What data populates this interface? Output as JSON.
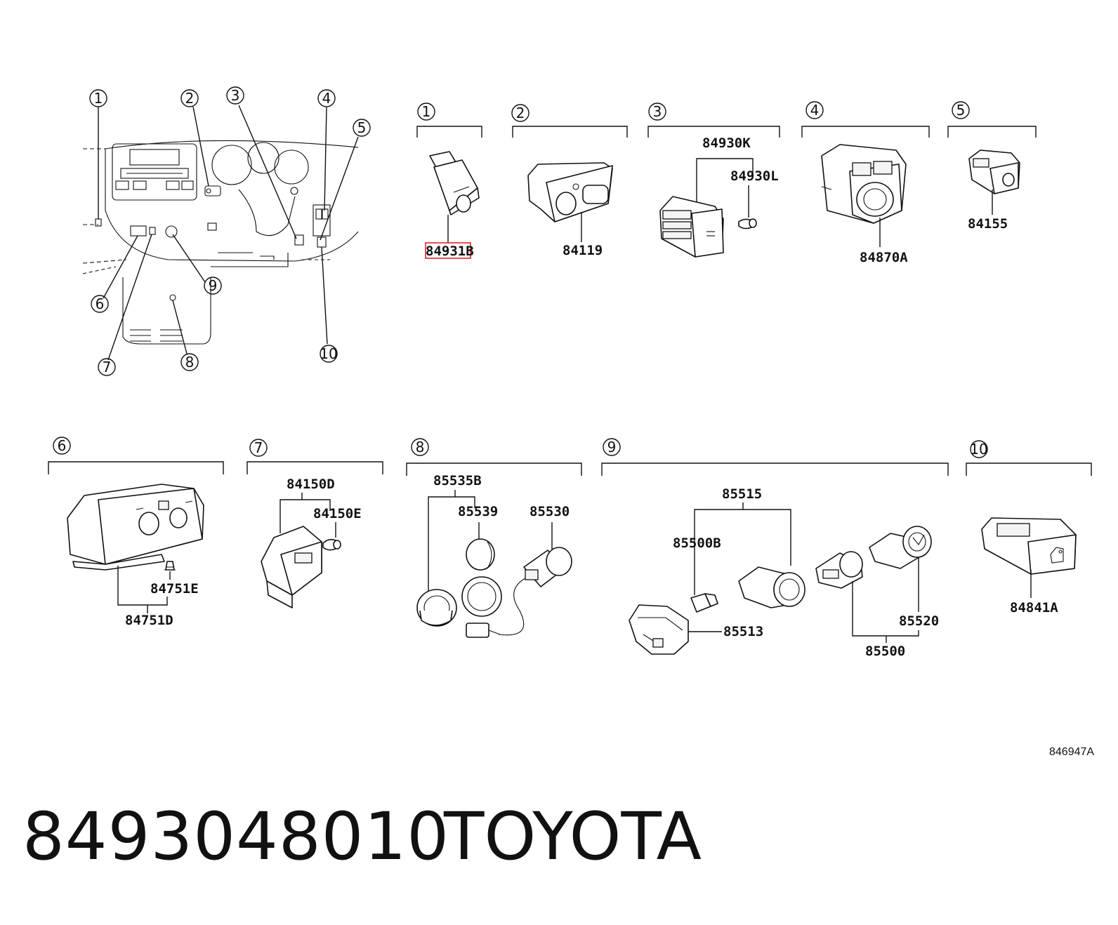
{
  "diagram": {
    "overview_callouts": [
      "1",
      "2",
      "3",
      "4",
      "5",
      "6",
      "7",
      "8",
      "9",
      "10"
    ],
    "groups": [
      {
        "num": "1",
        "parts": [
          "84931B"
        ],
        "highlight": "84931B"
      },
      {
        "num": "2",
        "parts": [
          "84119"
        ]
      },
      {
        "num": "3",
        "parts": [
          "84930K",
          "84930L"
        ]
      },
      {
        "num": "4",
        "parts": [
          "84870A"
        ]
      },
      {
        "num": "5",
        "parts": [
          "84155"
        ]
      },
      {
        "num": "6",
        "parts": [
          "84751E",
          "84751D"
        ]
      },
      {
        "num": "7",
        "parts": [
          "84150D",
          "84150E"
        ]
      },
      {
        "num": "8",
        "parts": [
          "85535B",
          "85539",
          "85530"
        ]
      },
      {
        "num": "9",
        "parts": [
          "85515",
          "85500B",
          "85513",
          "85520",
          "85500"
        ]
      },
      {
        "num": "10",
        "parts": [
          "84841A"
        ]
      }
    ],
    "highlight_color": "#e8202a",
    "ref_code": "846947A"
  },
  "footer": {
    "part_number": "8493048010",
    "brand": "TOYOTA"
  }
}
